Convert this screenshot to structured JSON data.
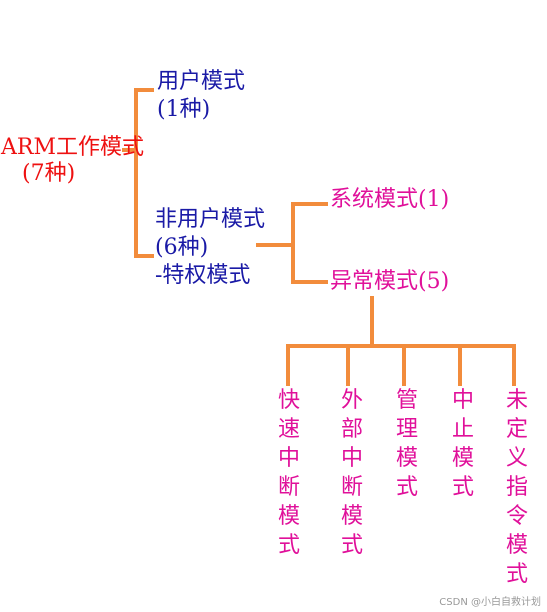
{
  "colors": {
    "root": "#ee1111",
    "level1": "#1a1aa6",
    "leaf": "#e0109a",
    "connector": "#f28c3c"
  },
  "root": {
    "line1": "ARM工作模式",
    "line2": "(7种)"
  },
  "user_mode": {
    "line1": "用户模式",
    "line2": "(1种)"
  },
  "non_user_mode": {
    "line1": "非用户模式",
    "line2": "(6种)",
    "line3": "-特权模式"
  },
  "system_mode": "系统模式(1)",
  "exception_mode": "异常模式(5)",
  "exception_children": [
    "快速中断模式",
    "外部中断模式",
    "管理模式",
    "中止模式",
    "未定义指令模式"
  ],
  "watermark": "CSDN @小白自救计划"
}
